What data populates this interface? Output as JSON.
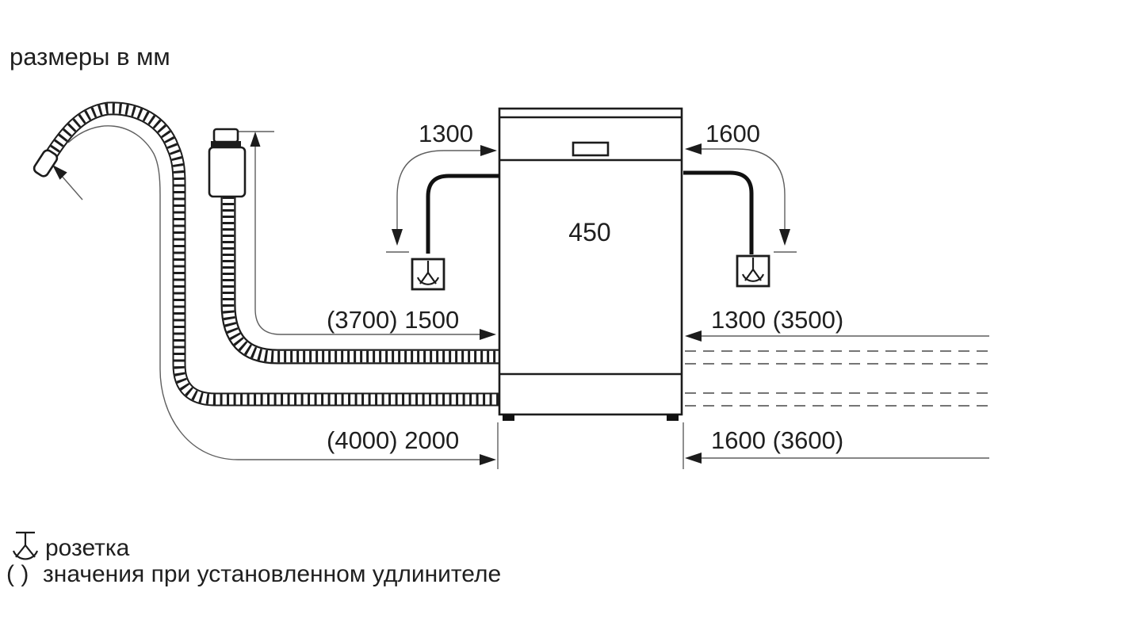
{
  "title": "размеры в мм",
  "dimensions": {
    "cord_left_length": "1300",
    "cord_right_length": "1600",
    "appliance_width": "450",
    "supply_hose_left": "(3700) 1500",
    "hose_right_upper": "1300 (3500)",
    "drain_hose_left": "(4000) 2000",
    "hose_right_lower": "1600 (3600)"
  },
  "legend": {
    "socket_label": "розетка",
    "extension_symbol": "( )",
    "extension_label": "значения при установленном удлинителе"
  },
  "colors": {
    "background": "#ffffff",
    "main_line": "#1c1c1c",
    "thin_line": "#5f5f5f",
    "dashed_line": "#757575",
    "text": "#1f1f1f"
  }
}
